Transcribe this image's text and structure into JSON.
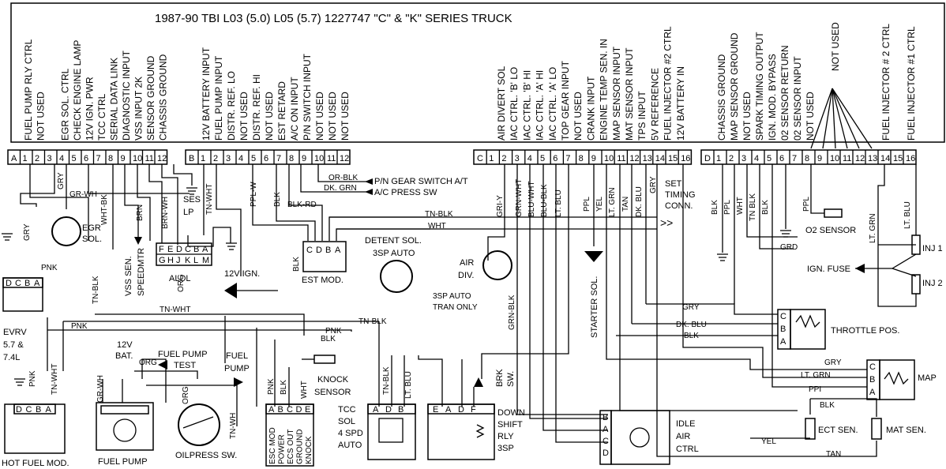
{
  "title": "1987-90 TBI L03 (5.0)  L05 (5.7) 1227747  \"C\" & \"K\" SERIES TRUCK",
  "connector_a": {
    "letter": "A",
    "functions": [
      "FUEL PUMP RLY CTRL",
      "NOT USED",
      "EGR SOL. CTRL",
      "CHECK ENGINE LAMP",
      "12V IGN. PWR",
      "TCC CTRL",
      "SERIAL DATA LINK",
      "DIAGNOSTIC INPUT",
      "VSS INPUT 2K",
      "SENSOR GROUND",
      "CHASSIS GROUND"
    ],
    "pins": [
      "1",
      "2",
      "3",
      "4",
      "5",
      "6",
      "7",
      "8",
      "9",
      "10",
      "11",
      "12"
    ]
  },
  "connector_b": {
    "letter": "B",
    "functions": [
      "12V BATTERY INPUT",
      "FUEL PUMP INPUT",
      "DISTR. REF. LO",
      "NOT USED",
      "DISTR. REF. HI",
      "NOT USED",
      "EST RETARD",
      "A/C ON INPUT",
      "P/N SWITCH INPUT",
      "NOT USED",
      "NOT USED",
      "NOT USED"
    ],
    "pins": [
      "1",
      "2",
      "3",
      "4",
      "5",
      "6",
      "7",
      "8",
      "9",
      "10",
      "11",
      "12"
    ]
  },
  "connector_c": {
    "letter": "C",
    "functions": [
      "AIR DIVERT SOL",
      "IAC CTRL. 'B' LO",
      "IAC CTRL. 'B' HI",
      "IAC CTRL. 'A' HI",
      "IAC CTRL. 'A' LO",
      "TOP GEAR INPUT",
      "NOT USED",
      "CRANK INPUT",
      "ENGINE TEMP SEN. IN",
      "MAP SENSOR INPUT",
      "MAT SENSOR INPUT",
      "TPS INPUT",
      "5V REFERENCE",
      "FUEL INJECTOR #2 CTRL",
      "12V BATTERY IN"
    ],
    "pins": [
      "1",
      "2",
      "3",
      "4",
      "5",
      "6",
      "7",
      "8",
      "9",
      "10",
      "11",
      "12",
      "13",
      "14",
      "15",
      "16"
    ]
  },
  "connector_d": {
    "letter": "D",
    "functions": [
      "CHASSIS GROUND",
      "MAP SENSOR GROUND",
      "NOT USED",
      "SPARK TIMING OUTPUT",
      "IGN. MOD. BYPASS",
      "02 SENSOR RETURN",
      "02 SENSOR INPUT",
      "NOT USED",
      "FUEL INJECTOR # 2 CTRL",
      "FUEL INJECTOR #1 CTRL"
    ],
    "pins": [
      "1",
      "2",
      "3",
      "4",
      "5",
      "6",
      "7",
      "8",
      "9",
      "10",
      "11",
      "12",
      "13",
      "14",
      "15",
      "16"
    ]
  },
  "wire_labels": {
    "gry": "GRY",
    "gr_wh": "GR-WH",
    "wht_bk": "WHT-BK",
    "brn": "BRN",
    "brn_wh": "BRN-WH",
    "tn_wht": "TN-WHT",
    "pnk": "PNK",
    "tn_blk": "TN-BLK",
    "ppl_w": "PPL-W",
    "blk": "BLK",
    "blk_rd": "BLK-RD",
    "or_blk": "OR-BLK",
    "dk_grn": "DK. GRN",
    "gri_y": "GRI-Y",
    "grn_wht": "GRN-WHT",
    "blu_wht": "BLU-WHT",
    "blu_blk": "BLU-BLK",
    "lt_blu": "LT. BLU",
    "ppl": "PPL",
    "yel": "YEL",
    "lt_grn": "LT. GRN",
    "tan": "TAN",
    "dk_blu": "DK. BLU",
    "wht": "WHT",
    "tn_blk_short": "TN BLK",
    "ppi": "PPI",
    "grn_blk": "GRN-BLK",
    "tn_wh": "TN-WH",
    "grd": "GRD",
    "lt_blu_short": "LT. BLU",
    "org": "ORG"
  },
  "components": {
    "pn_gear": "P/N GEAR SWITCH A/T",
    "ac_press": "A/C PRESS SW",
    "ses_lp_1": "SES",
    "ses_lp_2": "LP",
    "egr_1": "EGR",
    "egr_2": "SOL.",
    "aldl_top": [
      "F",
      "E",
      "D",
      "C",
      "B",
      "A"
    ],
    "aldl_bottom": [
      "G",
      "H",
      "J",
      "K",
      "L",
      "M"
    ],
    "aldl": "ALDL",
    "vss_1": "VSS SEN.",
    "vss_2": "SPEEDMTR",
    "evrv": [
      "EVRV",
      "5.7 &",
      "7.4L"
    ],
    "evrv_pins": [
      "D",
      "C",
      "B",
      "A"
    ],
    "ign_12v": "12V IGN.",
    "est_mod": "EST MOD.",
    "est_pins": [
      "C",
      "D",
      "B",
      "A"
    ],
    "detent_1": "DETENT SOL.",
    "detent_2": "3SP AUTO",
    "air_div_1": "AIR",
    "air_div_2": "DIV.",
    "starter_sol": "STARTER SOL.",
    "set_timing": [
      "SET",
      "TIMING",
      "CONN."
    ],
    "o2_sensor": "O2 SENSOR",
    "ign_fuse": "IGN. FUSE",
    "inj1": "INJ 1",
    "inj2": "INJ 2",
    "auto_trans_note": [
      "3SP AUTO",
      "TRAN ONLY"
    ],
    "throttle_pos": "THROTTLE POS.",
    "tps_pins": [
      "C",
      "B",
      "A"
    ],
    "map": "MAP",
    "map_pins": [
      "C",
      "B",
      "A"
    ],
    "bat_12v_1": "12V",
    "bat_12v_2": "BAT.",
    "fuel_pump_test": [
      "FUEL PUMP",
      "TEST"
    ],
    "fuel_pump_label": [
      "FUEL",
      "PUMP"
    ],
    "knock_1": "KNOCK",
    "knock_2": "SENSOR",
    "esc_pins": [
      "A",
      "B",
      "C",
      "D",
      "E"
    ],
    "esc_functions": [
      "ESC MOD",
      "POWER",
      "ECS OUT",
      "GROUND",
      "KNOCK"
    ],
    "hot_fuel_pins": [
      "D",
      "C",
      "B",
      "A"
    ],
    "hot_fuel_mod": "HOT FUEL MOD.",
    "fuel_pump": "FUEL PUMP",
    "oilpress": "OILPRESS SW.",
    "tcc_sol": [
      "TCC",
      "SOL",
      "4 SPD",
      "AUTO"
    ],
    "tcc_pins": [
      "A",
      "D",
      "B"
    ],
    "downshift_pins": [
      "E",
      "A",
      "D",
      "F"
    ],
    "downshift": [
      "DOWN",
      "SHIFT",
      "RLY",
      "3SP"
    ],
    "brk_sw": [
      "BRK",
      "SW."
    ],
    "idle_air": [
      "IDLE",
      "AIR",
      "CTRL"
    ],
    "iac_pins": [
      "B",
      "A",
      "C",
      "D"
    ],
    "ect_sen": "ECT SEN.",
    "mat_sen": "MAT SEN."
  }
}
